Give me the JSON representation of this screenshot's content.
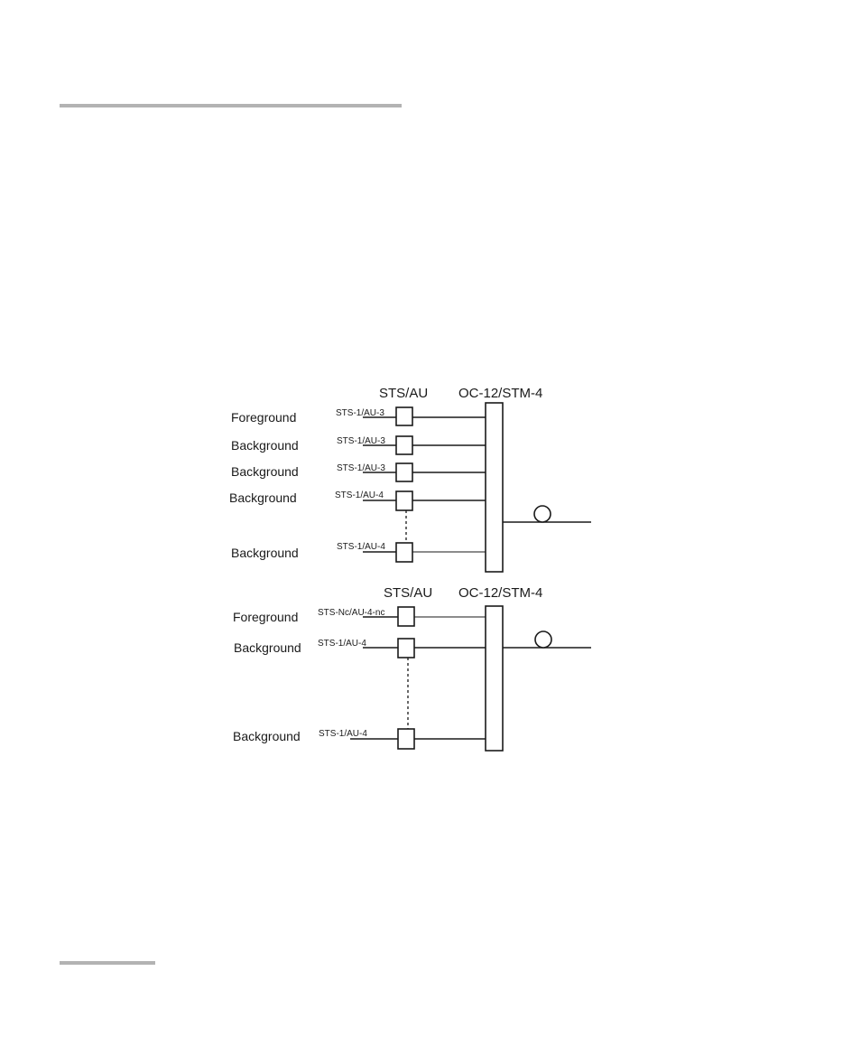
{
  "diagram": {
    "top": {
      "header_sts_au": "STS/AU",
      "header_oc": "OC-12/STM-4",
      "rows": [
        {
          "source": "Foreground",
          "channel": "STS-1/AU-3"
        },
        {
          "source": "Background",
          "channel": "STS-1/AU-3"
        },
        {
          "source": "Background",
          "channel": "STS-1/AU-3"
        },
        {
          "source": "Background",
          "channel": "STS-1/AU-4"
        },
        {
          "source": "Background",
          "channel": "STS-1/AU-4"
        }
      ]
    },
    "bottom": {
      "header_sts_au": "STS/AU",
      "header_oc": "OC-12/STM-4",
      "rows": [
        {
          "source": "Foreground",
          "channel": "STS-Nc/AU-4-nc"
        },
        {
          "source": "Background",
          "channel": "STS-1/AU-4"
        },
        {
          "source": "Background",
          "channel": "STS-1/AU-4"
        }
      ]
    }
  }
}
